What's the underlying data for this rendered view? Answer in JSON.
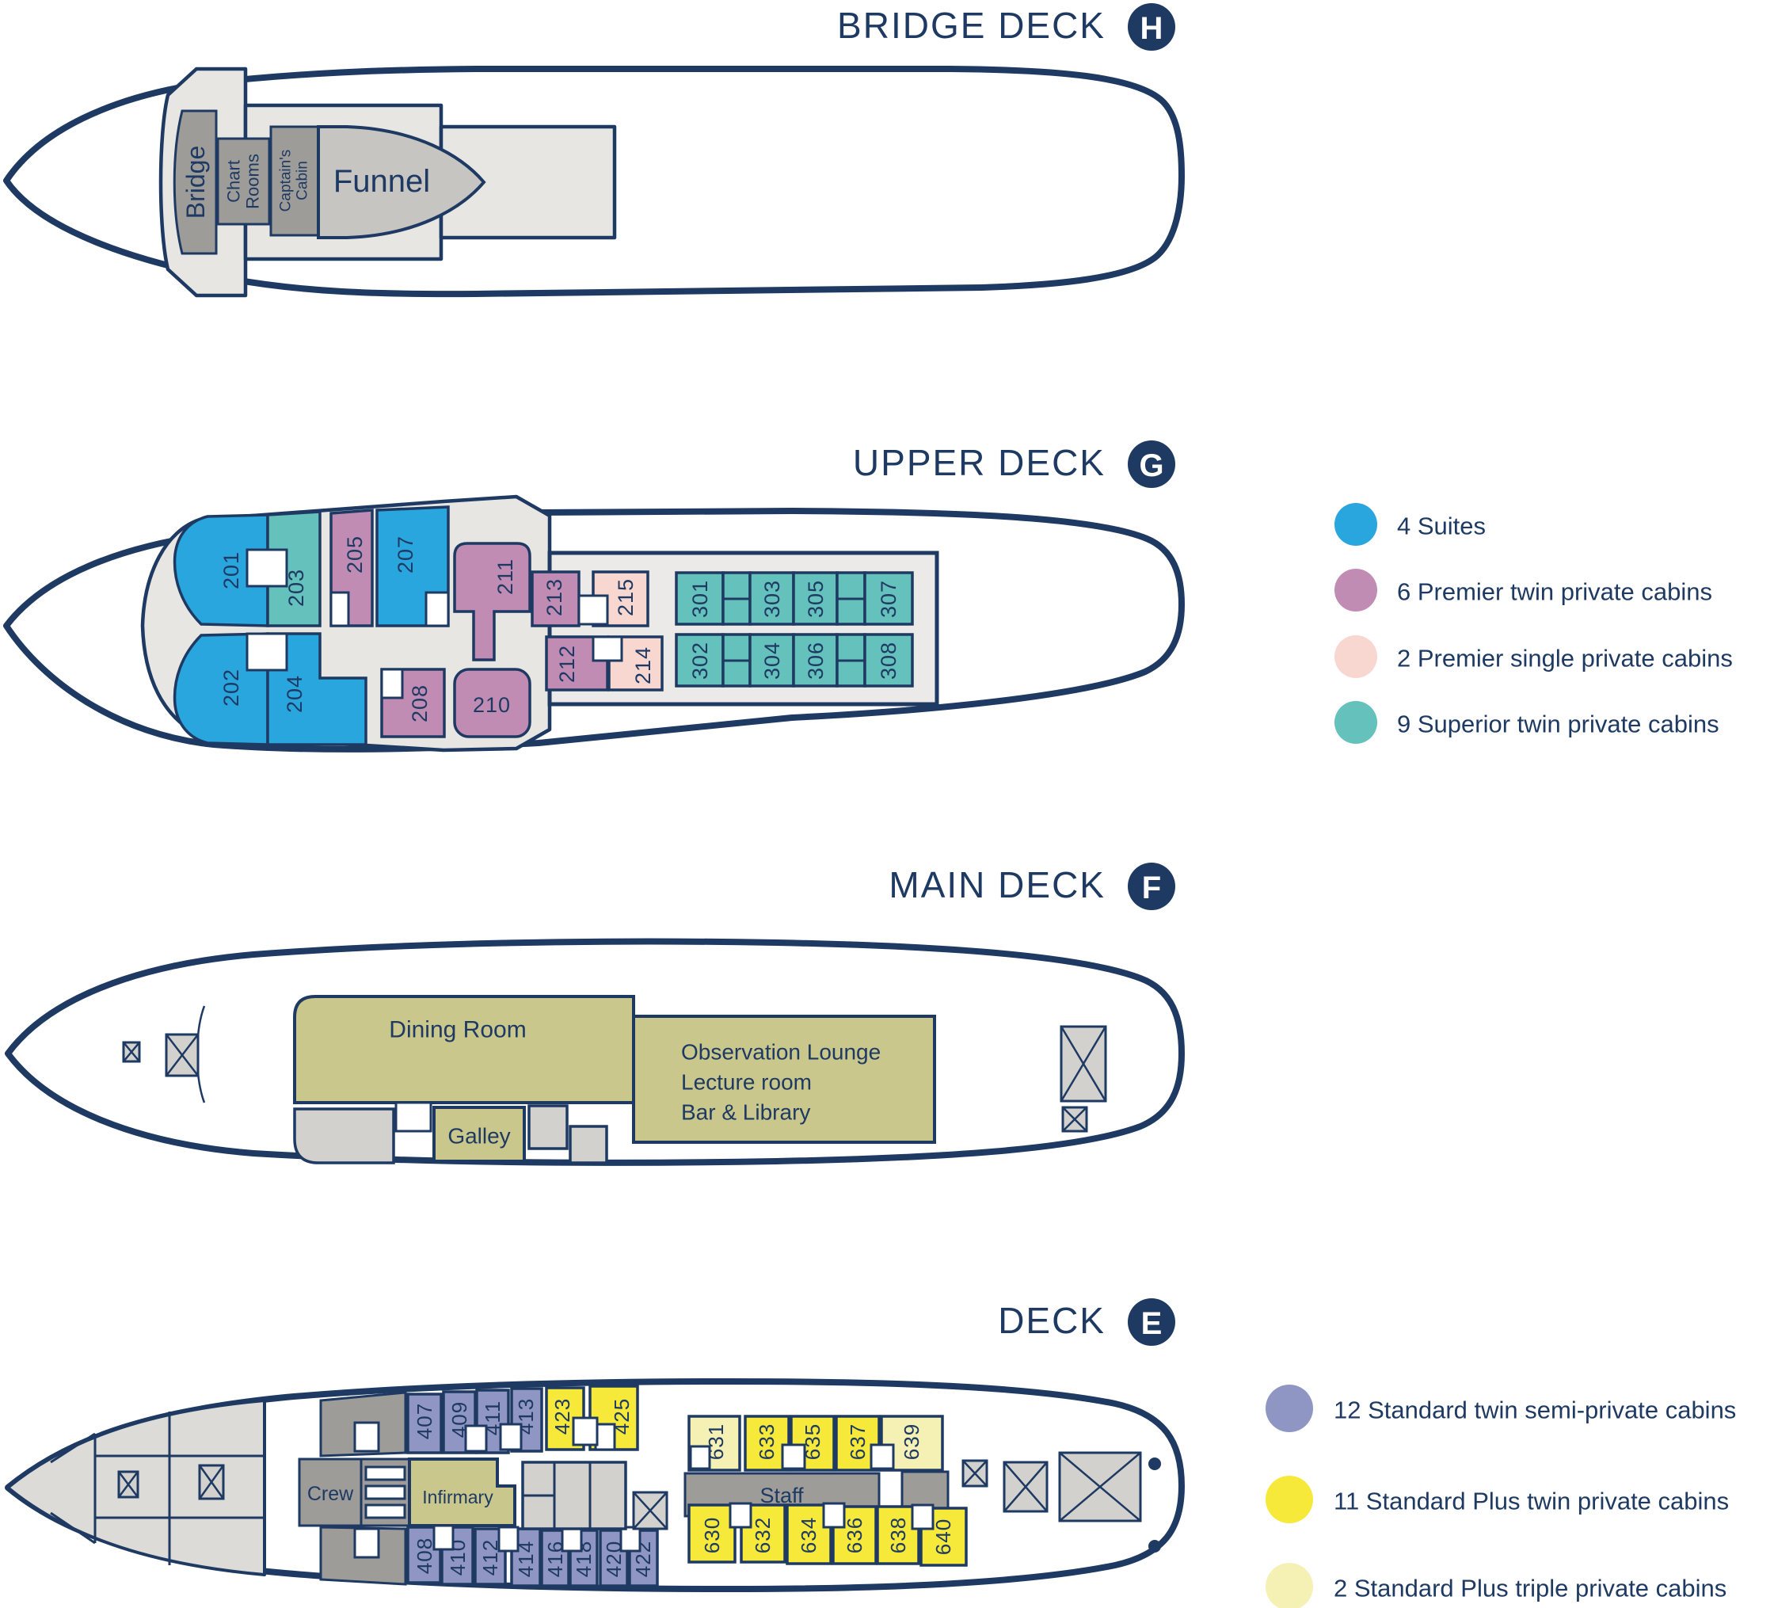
{
  "colors": {
    "navy": "#1e3a63",
    "suite_blue": "#2aa6de",
    "premier_twin_mauve": "#c18cb4",
    "premier_single_pink": "#f8d7d1",
    "superior_twin_teal": "#65c1bb",
    "standard_twin_slate": "#8f96c3",
    "standard_plus_twin_yellow": "#f6e93a",
    "standard_plus_triple_pale_yellow": "#f5f0b4",
    "public_room_olive": "#c9c78b",
    "structure_grey": "#e7e6e3"
  },
  "decks": {
    "bridge": {
      "title": "BRIDGE DECK",
      "letter": "H",
      "rooms": {
        "bridge": "Bridge",
        "chart": [
          "Chart",
          "Rooms"
        ],
        "captain": [
          "Captain's",
          "Cabin"
        ],
        "funnel": "Funnel"
      }
    },
    "upper": {
      "title": "UPPER DECK",
      "letter": "G",
      "cabins": {
        "c201": "201",
        "c202": "202",
        "c203": "203",
        "c204": "204",
        "c205": "205",
        "c207": "207",
        "c208": "208",
        "c210": "210",
        "c211": "211",
        "c212": "212",
        "c213": "213",
        "c214": "214",
        "c215": "215",
        "c301": "301",
        "c302": "302",
        "c303": "303",
        "c304": "304",
        "c305": "305",
        "c306": "306",
        "c307": "307",
        "c308": "308"
      },
      "legend": [
        {
          "label": "4 Suites",
          "color": "#2aa6de"
        },
        {
          "label": "6 Premier twin private cabins",
          "color": "#c18cb4"
        },
        {
          "label": "2 Premier single private cabins",
          "color": "#f8d7d1"
        },
        {
          "label": "9 Superior twin private cabins",
          "color": "#65c1bb"
        }
      ]
    },
    "main": {
      "title": "MAIN DECK",
      "letter": "F",
      "rooms": {
        "dining": "Dining Room",
        "galley": "Galley",
        "lounge": [
          "Observation Lounge",
          "Lecture room",
          "Bar & Library"
        ]
      }
    },
    "e": {
      "title": "DECK",
      "letter": "E",
      "rooms": {
        "crew": "Crew",
        "infirmary": "Infirmary",
        "staff": "Staff"
      },
      "cabins": {
        "c407": "407",
        "c408": "408",
        "c409": "409",
        "c410": "410",
        "c411": "411",
        "c412": "412",
        "c413": "413",
        "c414": "414",
        "c416": "416",
        "c418": "418",
        "c420": "420",
        "c422": "422",
        "c423": "423",
        "c425": "425",
        "c630": "630",
        "c631": "631",
        "c632": "632",
        "c633": "633",
        "c634": "634",
        "c635": "635",
        "c636": "636",
        "c637": "637",
        "c638": "638",
        "c639": "639",
        "c640": "640"
      },
      "legend": [
        {
          "label": "12 Standard twin semi-private cabins",
          "color": "#8f96c3"
        },
        {
          "label": "11 Standard Plus twin private cabins",
          "color": "#f6e93a"
        },
        {
          "label": "2 Standard Plus triple private cabins",
          "color": "#f5f0b4"
        }
      ]
    }
  }
}
